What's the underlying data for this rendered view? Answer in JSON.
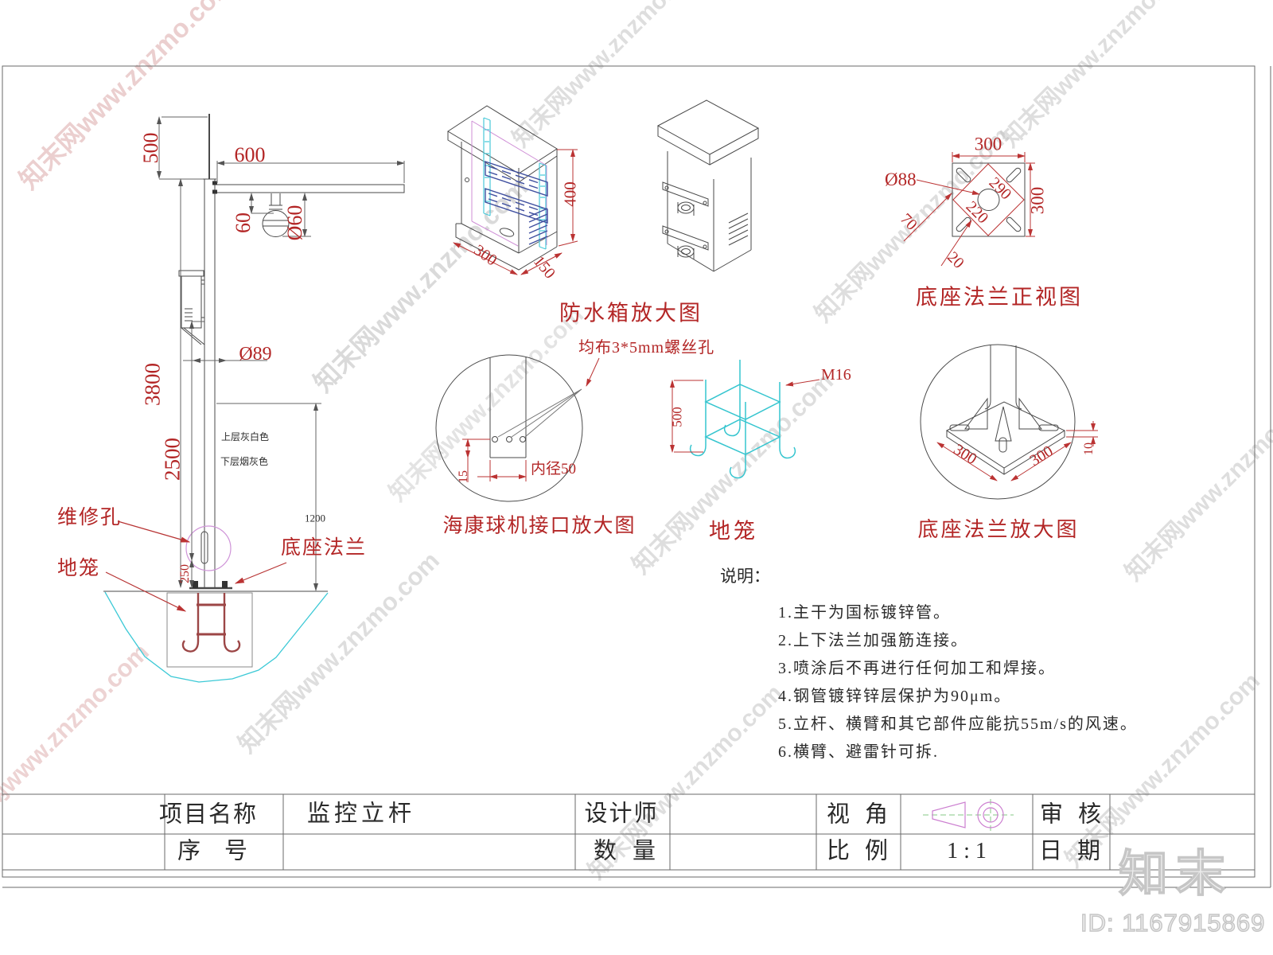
{
  "watermark": {
    "text": "知末网www.znzmo.com",
    "logo_text": "知末",
    "id_text": "ID: 1167915869"
  },
  "pole_view": {
    "dims": {
      "rod_height": "500",
      "arm_length": "600",
      "camera_offset": "60",
      "camera_dia": "Ø60",
      "pole_dia": "Ø89",
      "pole_height": "3800",
      "lower_height": "2500",
      "base_offset": "250",
      "color_band": "1200"
    },
    "labels": {
      "upper_color": "上层灰白色",
      "lower_color": "下层烟灰色",
      "maintenance_hole": "维修孔",
      "ground_cage": "地笼",
      "base_flange": "底座法兰"
    }
  },
  "waterproof_box": {
    "title": "防水箱放大图",
    "dims": {
      "height": "400",
      "width": "300",
      "depth": "150"
    }
  },
  "flange_front_view": {
    "title": "底座法兰正视图",
    "dims": {
      "width": "300",
      "height": "300",
      "diag_outer": "290",
      "diag_inner": "220",
      "slot_length": "70",
      "slot_width": "20",
      "center_hole": "Ø88"
    }
  },
  "camera_joint_view": {
    "title": "海康球机接口放大图",
    "screw_note": "均布3*5mm螺丝孔",
    "inner_dia": "内径50",
    "edge_dim": "15"
  },
  "ground_cage_view": {
    "title": "地笼",
    "height": "500",
    "bolt_spec": "M16"
  },
  "flange_enlarged_view": {
    "title": "底座法兰放大图",
    "dims": {
      "width": "300",
      "depth": "300",
      "thickness": "10"
    }
  },
  "notes": {
    "heading": "说明：",
    "items": [
      "1.主干为国标镀锌管。",
      "2.上下法兰加强筋连接。",
      "3.喷涂后不再进行任何加工和焊接。",
      "4.钢管镀锌锌层保护为90μm。",
      "5.立杆、横臂和其它部件应能抗55m/s的风速。",
      "6.横臂、避雷针可拆."
    ]
  },
  "title_block": {
    "project_label": "项目名称",
    "project_value": "监控立杆",
    "designer_label": "设计师",
    "serial_label": "序号",
    "quantity_label": "数量",
    "view_label": "视角",
    "review_label": "审核",
    "scale_label": "比例",
    "scale_value": "1 : 1",
    "date_label": "日期"
  }
}
